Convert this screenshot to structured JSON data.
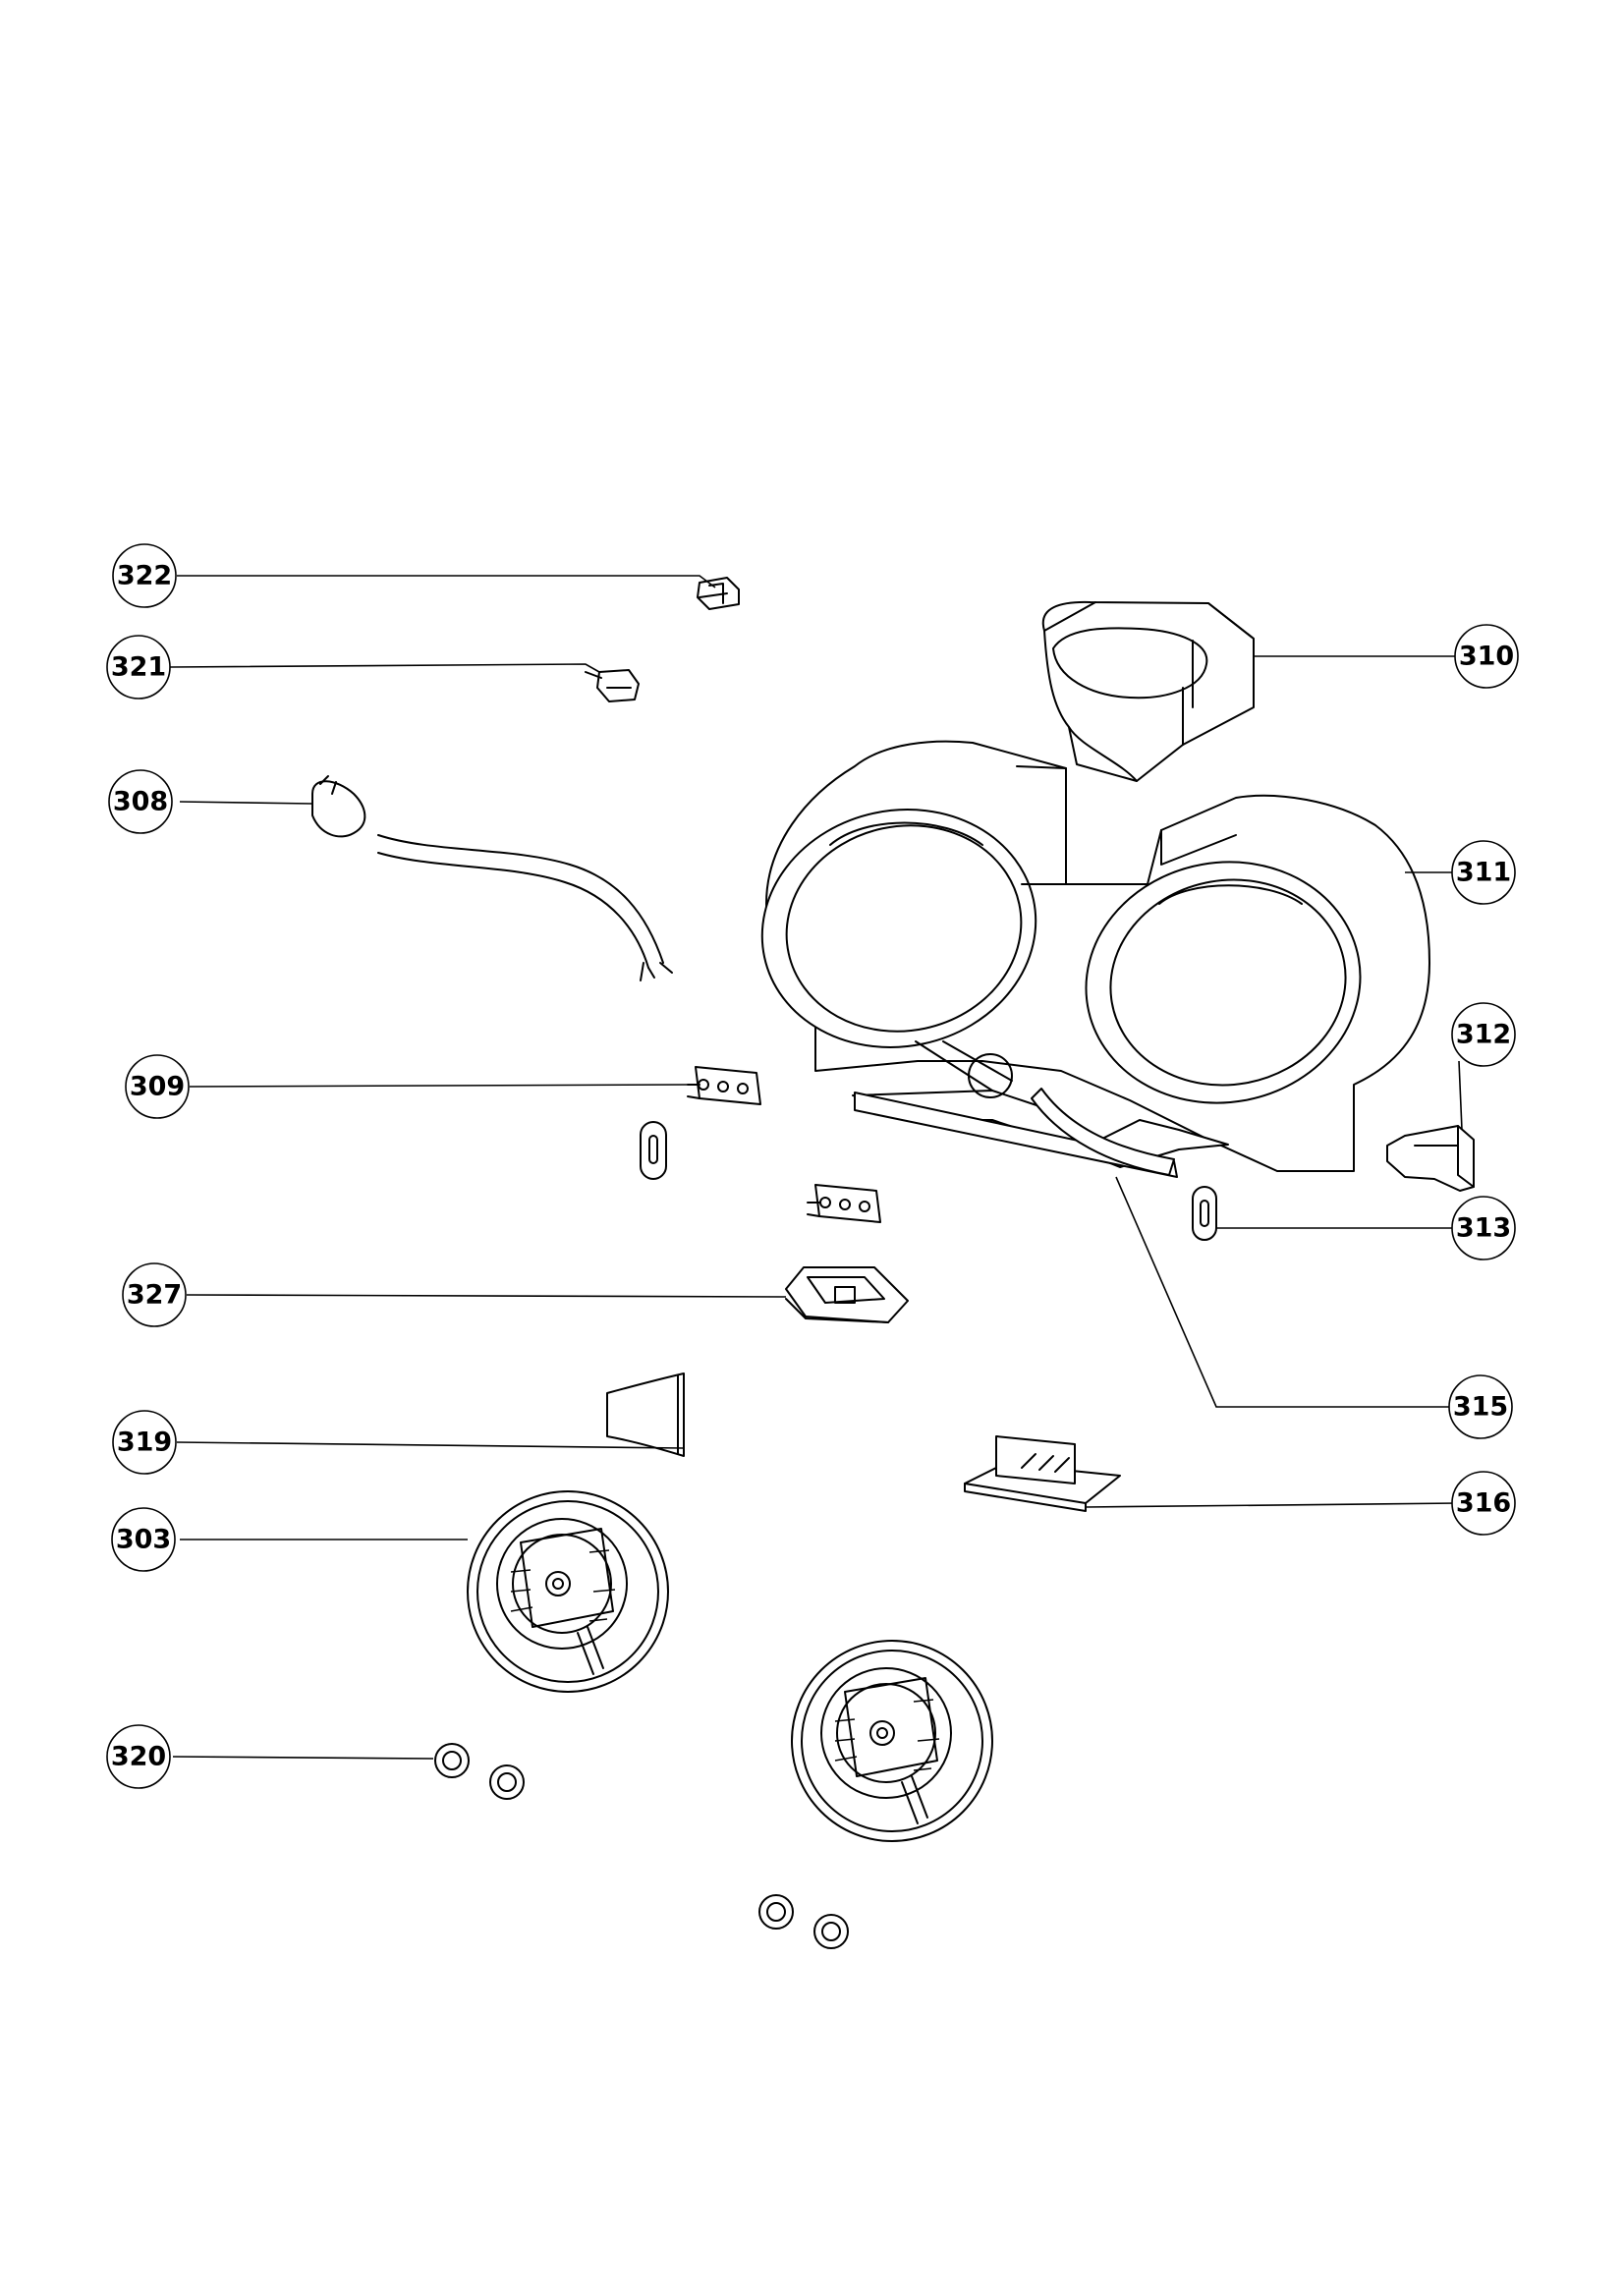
{
  "callouts": {
    "c322": "322",
    "c321": "321",
    "c308": "308",
    "c309": "309",
    "c327": "327",
    "c319": "319",
    "c303": "303",
    "c320": "320",
    "c310": "310",
    "c311": "311",
    "c312": "312",
    "c313": "313",
    "c315": "315",
    "c316": "316"
  }
}
